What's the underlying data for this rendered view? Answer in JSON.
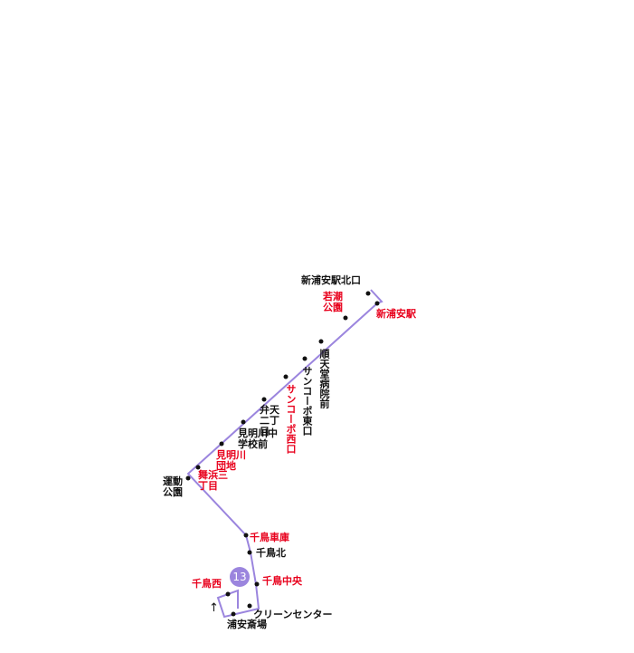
{
  "route": {
    "number": "13",
    "line_color": "#9b85de",
    "stop_color": "#111111",
    "label_red": "#e8001c",
    "direction_arrow": "↑"
  },
  "stops": {
    "shin_urayasu_north": "新浦安駅北口",
    "wakashio_koen": "若潮公園",
    "shin_urayasu": "新浦安駅",
    "juntendo": "順天堂病院前",
    "sancopo_east": "サンコーポ東口",
    "sancopo_west": "サンコーポ西口",
    "benten_2": "弁天二丁目",
    "mimyogawa_school": "見明川中学校前",
    "mimyogawa_danchi": "見明川団地",
    "maihama_3": "舞浜三丁目",
    "undo_koen": "運動公園",
    "chidori_depot": "千鳥車庫",
    "chidori_north": "千鳥北",
    "chidori_central": "千鳥中央",
    "chidori_west": "千鳥西",
    "clean_center": "クリーンセンター",
    "urayasu_saijo": "浦安斎場"
  }
}
